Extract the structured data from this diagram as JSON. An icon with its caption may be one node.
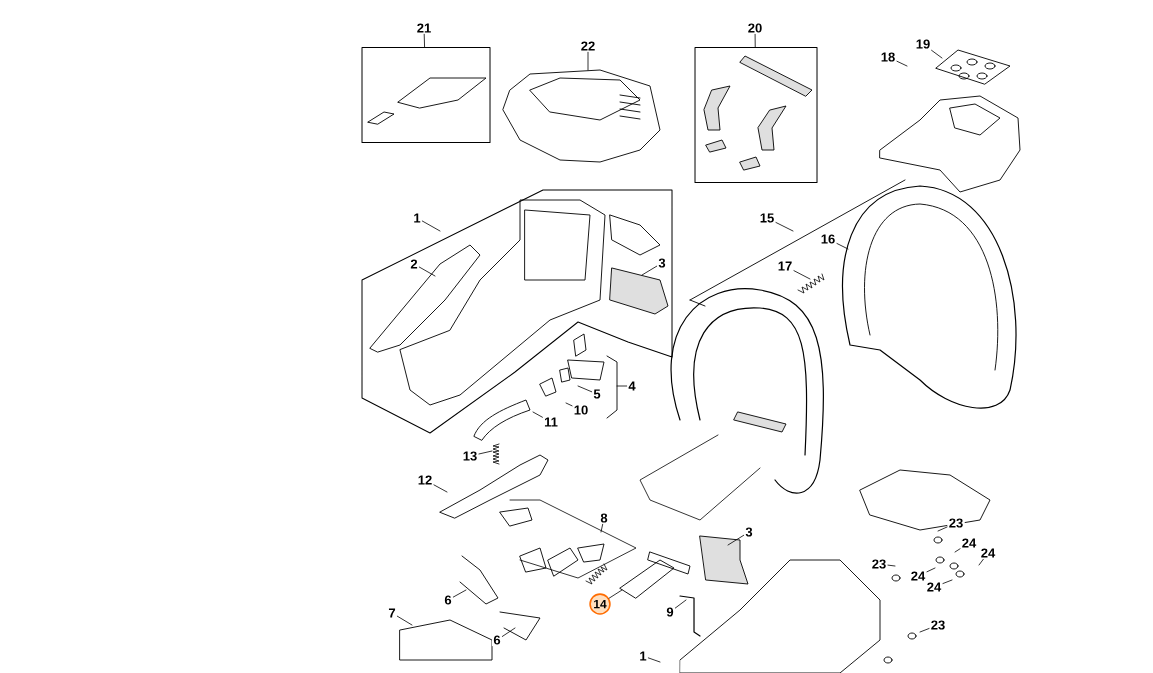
{
  "diagram": {
    "nodes": [
      {
        "text": [
          "21"
        ]
      },
      {
        "text": [],
        "shape": "box"
      },
      {
        "text": [
          "22"
        ]
      },
      {
        "text": [
          "20"
        ]
      },
      {
        "text": [],
        "shape": "box"
      },
      {
        "text": [
          "19"
        ]
      },
      {
        "text": [
          "18"
        ]
      },
      {
        "text": [
          "1"
        ]
      },
      {
        "text": [
          "2"
        ]
      },
      {
        "text": [
          "3"
        ]
      },
      {
        "text": [
          "15"
        ]
      },
      {
        "text": [
          "16"
        ]
      },
      {
        "text": [
          "17"
        ]
      },
      {
        "text": [
          "4"
        ]
      },
      {
        "text": [
          "5"
        ]
      },
      {
        "text": [
          "10"
        ]
      },
      {
        "text": [
          "11"
        ]
      },
      {
        "text": [
          "13"
        ]
      },
      {
        "text": [
          "12"
        ]
      },
      {
        "text": [
          "8"
        ]
      },
      {
        "text": [
          "3"
        ]
      },
      {
        "text": [
          "23"
        ]
      },
      {
        "text": [
          "24"
        ]
      },
      {
        "text": [
          "24"
        ]
      },
      {
        "text": [
          "23"
        ]
      },
      {
        "text": [
          "24"
        ]
      },
      {
        "text": [
          "24"
        ]
      },
      {
        "text": [
          "6"
        ]
      },
      {
        "text": [
          "14"
        ]
      },
      {
        "text": [
          "9"
        ]
      },
      {
        "text": [
          "7"
        ]
      },
      {
        "text": [
          "23"
        ]
      },
      {
        "text": [
          "6"
        ]
      },
      {
        "text": [
          "1"
        ]
      }
    ],
    "edges": [
      {
        "from": 0,
        "to": 1,
        "arrow": "none"
      },
      {
        "from": 2,
        "to": null,
        "arrow": "none"
      },
      {
        "from": 3,
        "to": 4,
        "arrow": "none"
      },
      {
        "from": 5,
        "to": null,
        "arrow": "none"
      },
      {
        "from": 6,
        "to": null,
        "arrow": "none"
      },
      {
        "from": 7,
        "to": null,
        "arrow": "none"
      },
      {
        "from": 8,
        "to": null,
        "arrow": "none"
      },
      {
        "from": 9,
        "to": null,
        "arrow": "none"
      },
      {
        "from": 10,
        "to": null,
        "arrow": "none"
      },
      {
        "from": 11,
        "to": null,
        "arrow": "none"
      },
      {
        "from": 12,
        "to": null,
        "arrow": "none"
      },
      {
        "from": 13,
        "to": null,
        "arrow": "none"
      },
      {
        "from": 14,
        "to": null,
        "arrow": "none"
      },
      {
        "from": 15,
        "to": null,
        "arrow": "none"
      },
      {
        "from": 16,
        "to": null,
        "arrow": "none"
      },
      {
        "from": 17,
        "to": null,
        "arrow": "none"
      },
      {
        "from": 18,
        "to": null,
        "arrow": "none"
      },
      {
        "from": 19,
        "to": null,
        "arrow": "none"
      },
      {
        "from": 20,
        "to": null,
        "arrow": "none"
      },
      {
        "from": 21,
        "to": null,
        "arrow": "none"
      },
      {
        "from": 22,
        "to": null,
        "arrow": "none"
      },
      {
        "from": 23,
        "to": null,
        "arrow": "none"
      },
      {
        "from": 24,
        "to": null,
        "arrow": "none"
      },
      {
        "from": 25,
        "to": null,
        "arrow": "none"
      },
      {
        "from": 26,
        "to": null,
        "arrow": "none"
      },
      {
        "from": 27,
        "to": null,
        "arrow": "none"
      },
      {
        "from": 28,
        "to": null,
        "arrow": "none"
      },
      {
        "from": 29,
        "to": null,
        "arrow": "none"
      },
      {
        "from": 30,
        "to": null,
        "arrow": "none"
      },
      {
        "from": 31,
        "to": null,
        "arrow": "none"
      },
      {
        "from": 32,
        "to": null,
        "arrow": "none"
      },
      {
        "from": 33,
        "to": null,
        "arrow": "none"
      }
    ]
  }
}
